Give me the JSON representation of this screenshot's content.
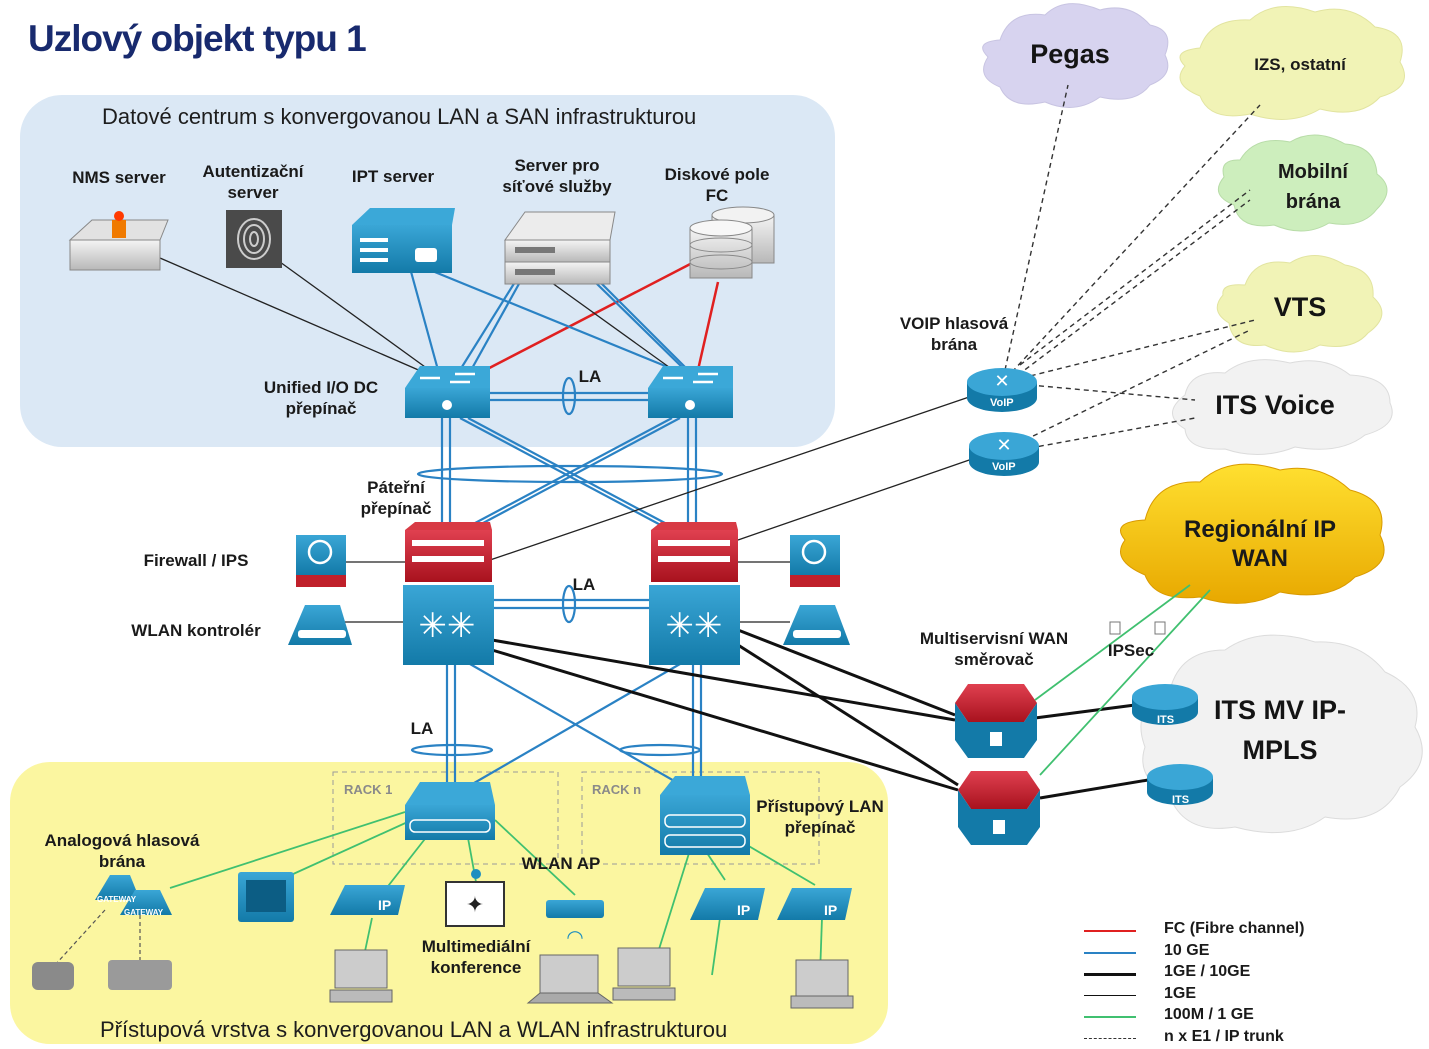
{
  "title": "Uzlový objekt typu 1",
  "zones": {
    "datacenter": "Datové centrum s konvergovanou LAN a SAN infrastrukturou",
    "access": "Přístupová vrstva s konvergovanou LAN a WLAN infrastrukturou"
  },
  "devices": {
    "nms": "NMS server",
    "auth": "Autentizační server",
    "ipt": "IPT server",
    "netsvc": "Server pro síťové služby",
    "disk": "Diskové pole FC",
    "unified": "Unified I/O DC přepínač",
    "backbone": "Páteřní přepínač",
    "firewall": "Firewall / IPS",
    "wlanctrl": "WLAN kontrolér",
    "voipgw": "VOIP hlasová brána",
    "wanrouter": "Multiservisní WAN směrovač",
    "ipsec": "IPSec",
    "access_sw": "Přístupový LAN přepínač",
    "analog_gw": "Analogová hlasová brána",
    "wlan_ap": "WLAN AP",
    "multimedia": "Multimediální konference",
    "rack1": "RACK 1",
    "rackn": "RACK n",
    "gw_text1": "GATEWAY",
    "gw_text2": "GATEWAY",
    "voip_tag": "VoIP",
    "its_tag": "ITS",
    "ip_tag": "IP"
  },
  "la": [
    "LA",
    "LA",
    "LA"
  ],
  "clouds": {
    "pegas": "Pegas",
    "izs": "IZS, ostatní",
    "mobilni": "Mobilní brána",
    "vts": "VTS",
    "its_voice": "ITS Voice",
    "regional": "Regionální IP WAN",
    "its_mv": "ITS MV IP-MPLS"
  },
  "legend": [
    {
      "label": "FC (Fibre channel)",
      "color": "#e02020",
      "style": "solid",
      "width": 2.5
    },
    {
      "label": "10 GE",
      "color": "#2a82c4",
      "style": "solid",
      "width": 2.5
    },
    {
      "label": "1GE / 10GE",
      "color": "#111111",
      "style": "solid",
      "width": 3
    },
    {
      "label": "1GE",
      "color": "#111111",
      "style": "solid",
      "width": 1.5
    },
    {
      "label": "100M / 1 GE",
      "color": "#40c070",
      "style": "solid",
      "width": 2
    },
    {
      "label": "n x E1 / IP trunk",
      "color": "#333333",
      "style": "dashed",
      "width": 1.5
    }
  ],
  "colors": {
    "title": "#182a6e",
    "datacenter_bg": "#dbe8f5",
    "access_bg": "#fbf6a0",
    "device_blue": "#1e8fc0",
    "device_red": "#c0202a",
    "cloud_gold": "#f5c400",
    "cloud_purple": "#d7d3ef",
    "cloud_yellow": "#f1f3b6",
    "cloud_green": "#cdeebd",
    "cloud_white": "#f2f2f2"
  }
}
